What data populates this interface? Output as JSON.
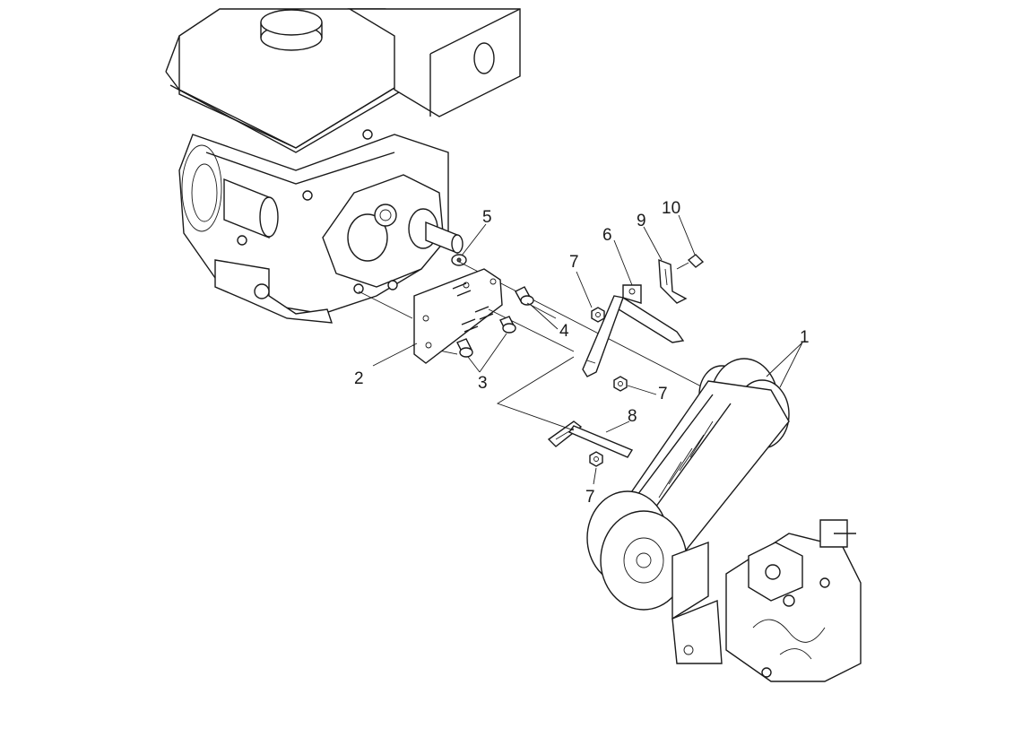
{
  "callouts": [
    {
      "id": "callout-1",
      "text": "1"
    },
    {
      "id": "callout-2",
      "text": "2"
    },
    {
      "id": "callout-3",
      "text": "3"
    },
    {
      "id": "callout-4",
      "text": "4"
    },
    {
      "id": "callout-5",
      "text": "5"
    },
    {
      "id": "callout-6",
      "text": "6"
    },
    {
      "id": "callout-7a",
      "text": "7"
    },
    {
      "id": "callout-7b",
      "text": "7"
    },
    {
      "id": "callout-7c",
      "text": "7"
    },
    {
      "id": "callout-8",
      "text": "8"
    },
    {
      "id": "callout-9",
      "text": "9"
    },
    {
      "id": "callout-10",
      "text": "10"
    }
  ]
}
